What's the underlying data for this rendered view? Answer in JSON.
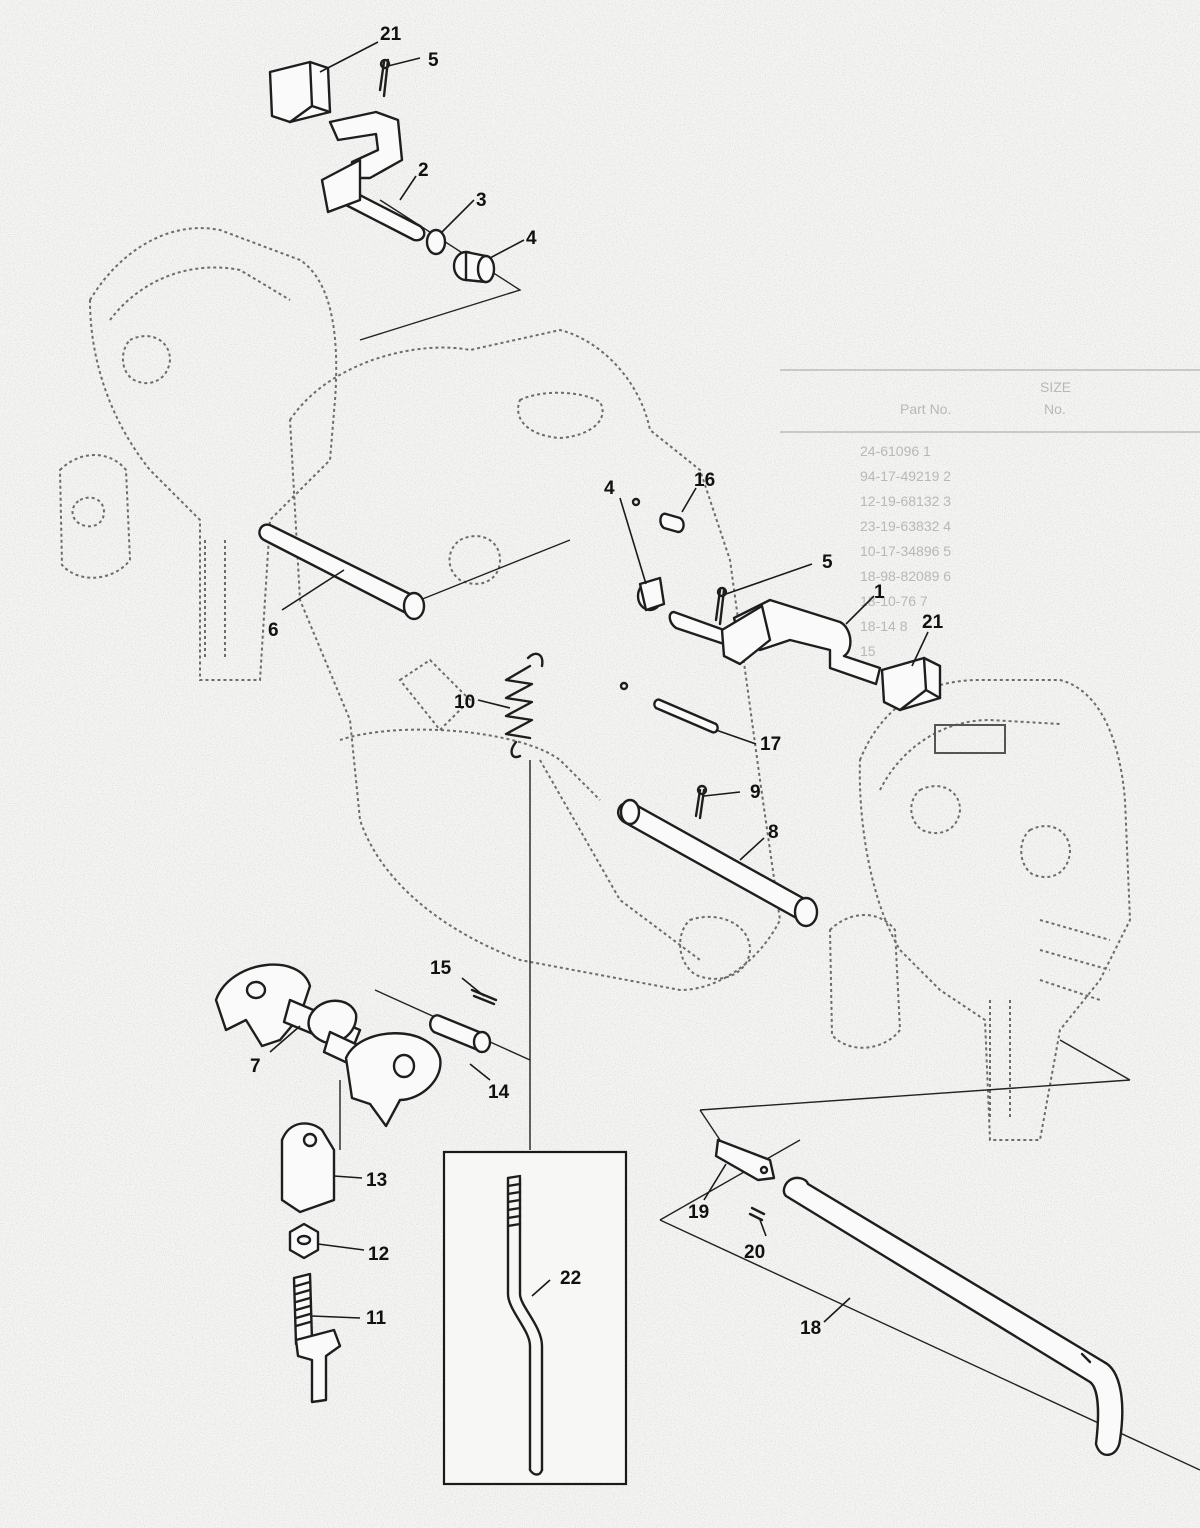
{
  "diagram": {
    "callouts": [
      {
        "label": "21"
      },
      {
        "label": "5"
      },
      {
        "label": "2"
      },
      {
        "label": "3"
      },
      {
        "label": "4"
      },
      {
        "label": "16"
      },
      {
        "label": "4"
      },
      {
        "label": "5"
      },
      {
        "label": "1"
      },
      {
        "label": "21"
      },
      {
        "label": "6"
      },
      {
        "label": "10"
      },
      {
        "label": "17"
      },
      {
        "label": "9"
      },
      {
        "label": "8"
      },
      {
        "label": "15"
      },
      {
        "label": "7"
      },
      {
        "label": "14"
      },
      {
        "label": "13"
      },
      {
        "label": "12"
      },
      {
        "label": "11"
      },
      {
        "label": "22"
      },
      {
        "label": "19"
      },
      {
        "label": "20"
      },
      {
        "label": "18"
      }
    ],
    "faint_table": {
      "header_line1": "SIZE",
      "header_line2": "Part No.",
      "header_line3": "No.",
      "rows": [
        "24-61096 1",
        "94-17-49219 2",
        "12-19-68132 3",
        "23-19-63832 4",
        "10-17-34896 5",
        "18-98-82089 6",
        "18-10-76 7",
        "18-14 8",
        "15"
      ]
    }
  }
}
